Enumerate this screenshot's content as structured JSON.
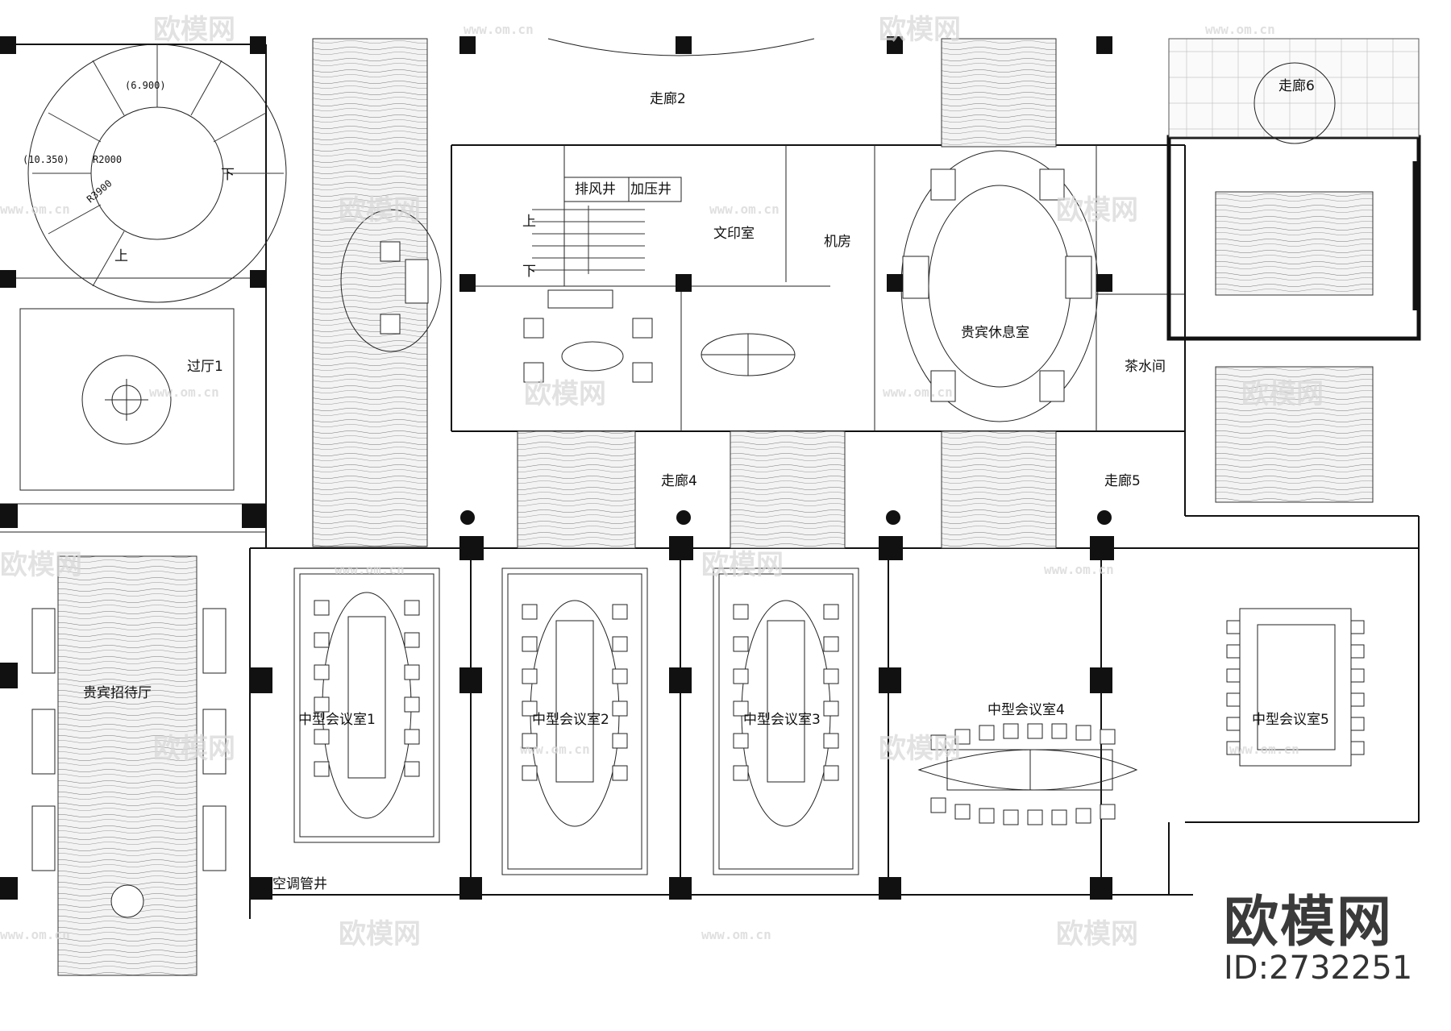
{
  "rooms": {
    "corridor2": "走廊2",
    "corridor4": "走廊4",
    "corridor5": "走廊5",
    "corridor6": "走廊6",
    "hall1": "过厅1",
    "vip_reception": "贵宾招待厅",
    "vip_lounge": "贵宾休息室",
    "exhaust_shaft": "排风井",
    "pressure_shaft": "加压井",
    "print_room": "文印室",
    "machine_room": "机房",
    "tea_room": "茶水间",
    "ac_shaft": "空调管井",
    "meeting1": "中型会议室1",
    "meeting2": "中型会议室2",
    "meeting3": "中型会议室3",
    "meeting4": "中型会议室4",
    "meeting5": "中型会议室5"
  },
  "stair": {
    "level_a": "(6.900)",
    "level_b": "(10.350)",
    "radius_inner": "R2000",
    "radius_outer": "R3900",
    "up": "上",
    "down": "下"
  },
  "watermark": {
    "logo_text": "欧模网",
    "url": "www.om.cn"
  },
  "brand": {
    "name": "欧模网",
    "id_label": "ID:2732251"
  }
}
